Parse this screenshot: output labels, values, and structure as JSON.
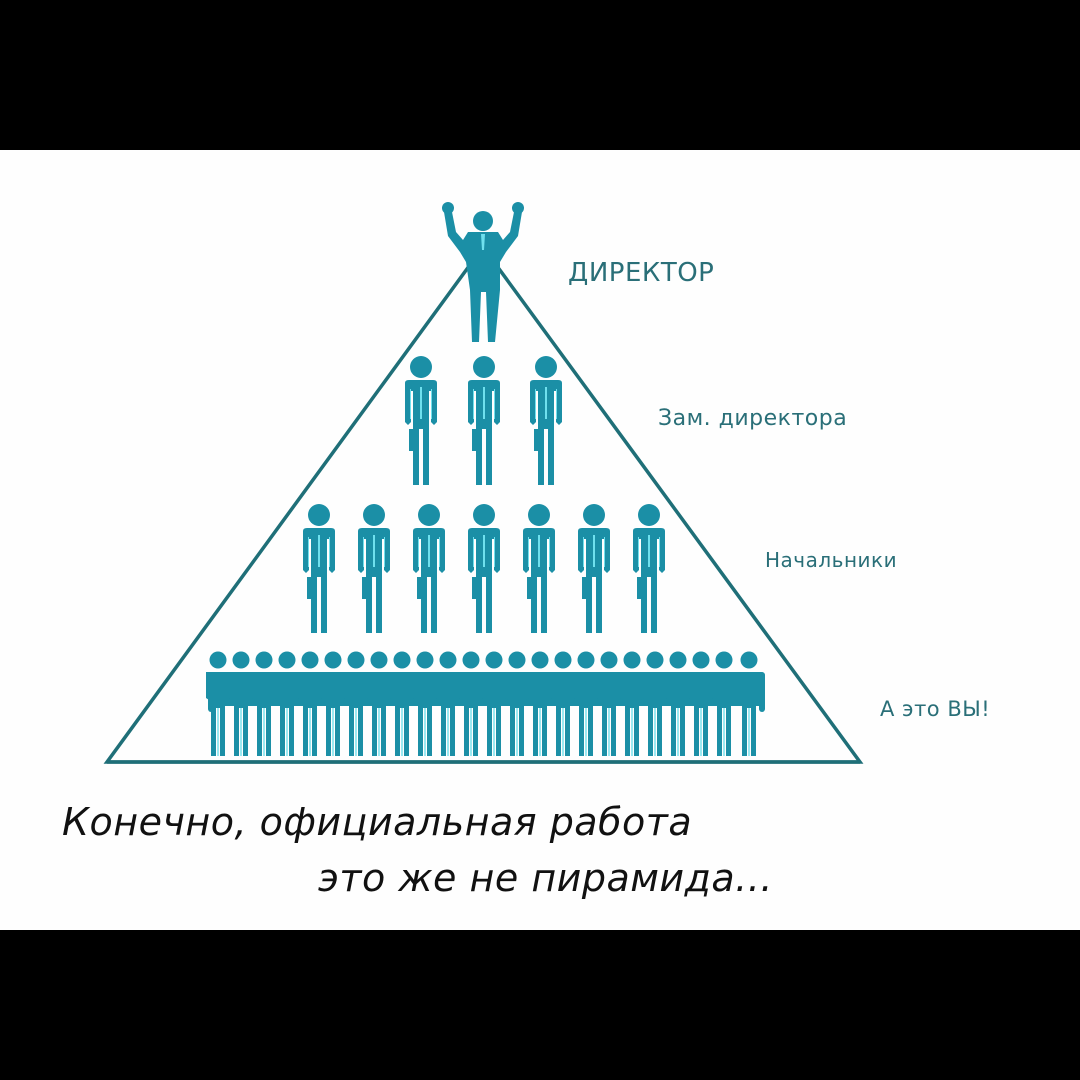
{
  "labels": {
    "director": "ДИРЕКТОР",
    "deputy": "Зам. директора",
    "managers": "Начальники",
    "you": "А это ВЫ!"
  },
  "caption": {
    "line1": "Конечно, официальная работа",
    "line2": "это же не пирамида..."
  },
  "tiers": [
    {
      "name": "director",
      "count": 1
    },
    {
      "name": "deputy",
      "count": 3
    },
    {
      "name": "managers",
      "count": 7
    },
    {
      "name": "you",
      "count": 24
    }
  ],
  "colors": {
    "figure": "#1b8fa6",
    "figure_highlight": "#6fe0ee",
    "pyramid_outline": "#1f6f78",
    "label_text": "#2a6f78",
    "caption_text": "#111111",
    "letterbox": "#000000",
    "background": "#fefefe"
  }
}
